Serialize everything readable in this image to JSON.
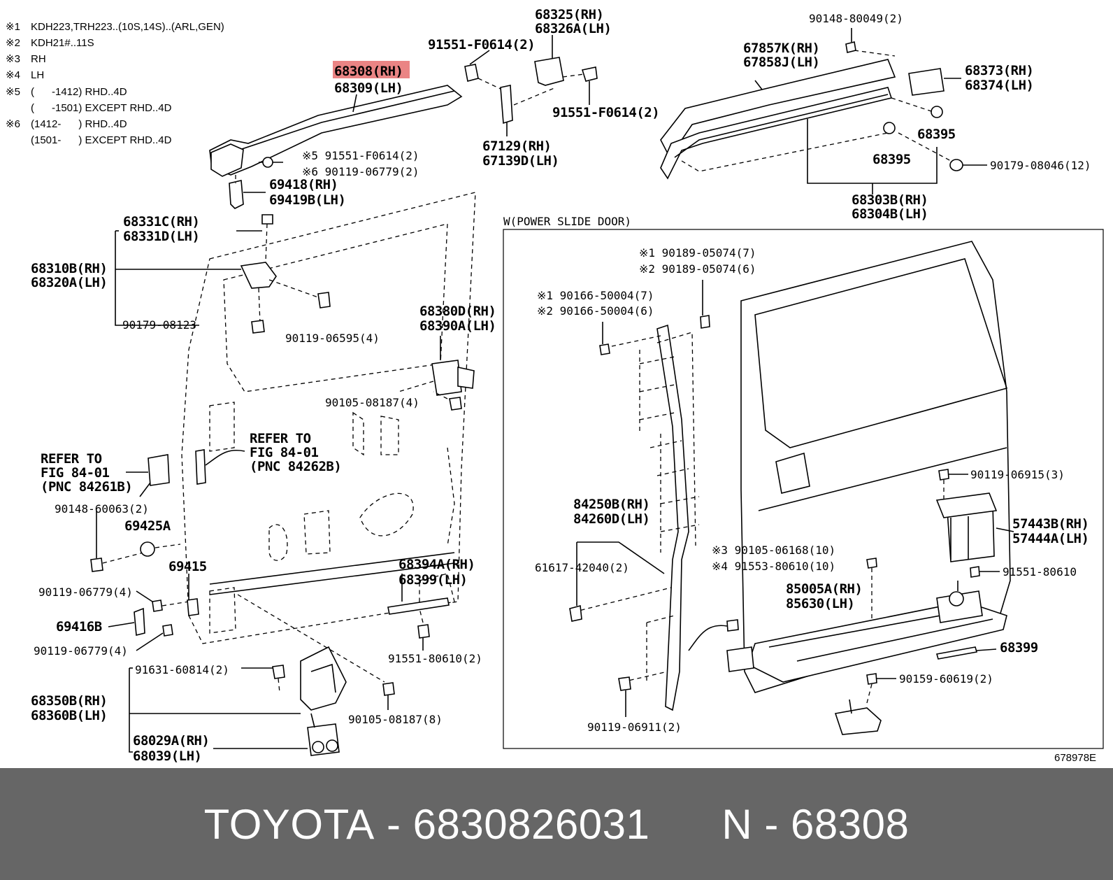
{
  "legend": [
    {
      "mark": "※1",
      "text": "KDH223,TRH223..(10S,14S)..(ARL,GEN)"
    },
    {
      "mark": "※2",
      "text": "KDH21#..11S"
    },
    {
      "mark": "※3",
      "text": "RH"
    },
    {
      "mark": "※4",
      "text": "LH"
    },
    {
      "mark": "※5",
      "text": "(      -1412) RHD..4D"
    },
    {
      "mark": "",
      "text": "(      -1501) EXCEPT RHD..4D"
    },
    {
      "mark": "※6",
      "text": "(1412-      ) RHD..4D"
    },
    {
      "mark": "",
      "text": "(1501-      ) EXCEPT RHD..4D"
    }
  ],
  "highlight_color": "#e35b5b",
  "labels": {
    "p68308": "68308(RH)",
    "p68309": "68309(LH)",
    "p91551a": "91551-F0614(2)",
    "p68325": "68325(RH)",
    "p68326": "68326A(LH)",
    "p91551b": "91551-F0614(2)",
    "p67129": "67129(RH)",
    "p67139": "67139D(LH)",
    "p91551c": "※5 91551-F0614(2)",
    "p90119a": "※6 90119-06779(2)",
    "p69418": "69418(RH)",
    "p69419": "69419B(LH)",
    "p90148a": "90148-80049(2)",
    "p67857": "67857K(RH)",
    "p67858": "67858J(LH)",
    "p68373": "68373(RH)",
    "p68374": "68374(LH)",
    "p68395a": "68395",
    "p68395b": "68395",
    "p90179a": "90179-08046(12)",
    "p68303": "68303B(RH)",
    "p68304": "68304B(LH)",
    "p68331c": "68331C(RH)",
    "p68331d": "68331D(LH)",
    "p68310": "68310B(RH)",
    "p68320": "68320A(LH)",
    "p90179b": "90179-08123",
    "p90119b": "90119-06595(4)",
    "p68380": "68380D(RH)",
    "p68390": "68390A(LH)",
    "p90105a": "90105-08187(4)",
    "refer1a": "REFER TO",
    "refer1b": "FIG 84-01",
    "refer1c": "(PNC 84262B)",
    "refer2a": "REFER TO",
    "refer2b": "FIG 84-01",
    "refer2c": "(PNC 84261B)",
    "p90148b": "90148-60063(2)",
    "p69425": "69425A",
    "p69415": "69415",
    "p90119c": "90119-06779(4)",
    "p69416": "69416B",
    "p90119d": "90119-06779(4)",
    "p68394": "68394A(RH)",
    "p68399a": "68399(LH)",
    "p91551d": "91551-80610(2)",
    "p91631": "91631-60814(2)",
    "p68350": "68350B(RH)",
    "p68360": "68360B(LH)",
    "p90105b": "90105-08187(8)",
    "p68029": "68029A(RH)",
    "p68039": "68039(LH)",
    "wbox": "W(POWER SLIDE DOOR)",
    "w90189a": "※1 90189-05074(7)",
    "w90189b": "※2 90189-05074(6)",
    "w90166a": "※1 90166-50004(7)",
    "w90166b": "※2 90166-50004(6)",
    "w84250": "84250B(RH)",
    "w84260": "84260D(LH)",
    "w61617": "61617-42040(2)",
    "w90119a": "90119-06911(2)",
    "w90105": "※3 90105-06168(10)",
    "w91553": "※4 91553-80610(10)",
    "w85005": "85005A(RH)",
    "w85630": "85630(LH)",
    "w90119b": "90119-06915(3)",
    "w57443": "57443B(RH)",
    "w57444": "57444A(LH)",
    "w91551": "91551-80610",
    "w68399": "68399",
    "w90159": "90159-60619(2)",
    "figno": "678978E"
  },
  "footer": {
    "brand": "TOYOTA",
    "part_number": "6830826031",
    "ref": "N - 68308"
  }
}
